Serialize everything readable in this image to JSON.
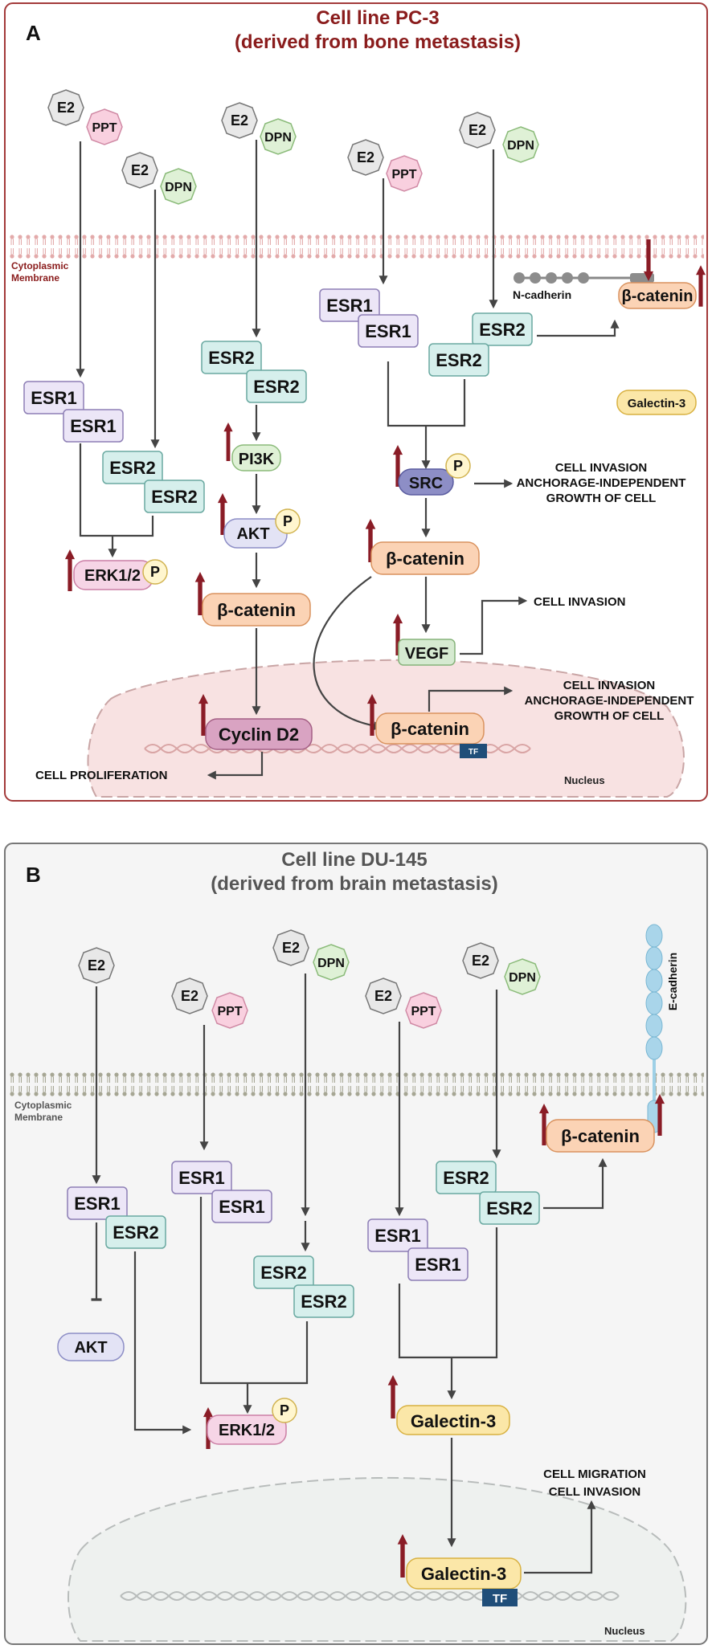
{
  "panel_a": {
    "letter": "A",
    "title_line1": "Cell line PC-3",
    "title_line2": "(derived from bone metastasis)",
    "membrane_label_line1": "Cytoplasmic",
    "membrane_label_line2": "Membrane",
    "ligands": {
      "e2": "E2",
      "ppt": "PPT",
      "dpn": "DPN"
    },
    "esr1": "ESR1",
    "esr2": "ESR2",
    "erk": "ERK1/2",
    "p": "P",
    "pi3k": "PI3K",
    "akt": "AKT",
    "beta_catenin": "β-catenin",
    "cyclin_d2": "Cyclin D2",
    "src": "SRC",
    "vegf": "VEGF",
    "galectin3": "Galectin-3",
    "n_cadherin": "N-cadherin",
    "tf": "TF",
    "nucleus": "Nucleus",
    "out_invasion": "CELL INVASION",
    "out_anchorage": "ANCHORAGE-INDEPENDENT",
    "out_growth": "GROWTH OF CELL",
    "out_proliferation": "CELL PROLIFERATION"
  },
  "panel_b": {
    "letter": "B",
    "title_line1": "Cell line DU-145",
    "title_line2": "(derived from brain metastasis)",
    "membrane_label_line1": "Cytoplasmic",
    "membrane_label_line2": "Membrane",
    "ligands": {
      "e2": "E2",
      "ppt": "PPT",
      "dpn": "DPN"
    },
    "esr1": "ESR1",
    "esr2": "ESR2",
    "akt": "AKT",
    "erk": "ERK1/2",
    "p": "P",
    "galectin3": "Galectin-3",
    "beta_catenin": "β-catenin",
    "e_cadherin": "E-cadherin",
    "tf": "TF",
    "nucleus": "Nucleus",
    "out_migration": "CELL MIGRATION",
    "out_invasion": "CELL INVASION"
  },
  "colors": {
    "panel_a_border": "#a33a3a",
    "panel_a_title": "#8a1c1c",
    "panel_b_border": "#777777",
    "panel_b_bg": "#f5f5f5",
    "esr1_fill": "#ece6f7",
    "esr2_fill": "#d6efec",
    "beta_catenin_fill": "#fbd3b5",
    "galectin_fill": "#fbe7a8",
    "src_fill": "#8d8ec6",
    "vegf_fill": "#d6ead1",
    "erk_fill": "#f6d5e6",
    "cyclin_fill": "#d9a3c2",
    "up_arrow": "#8a1c26",
    "tf_fill": "#1f4e79"
  }
}
